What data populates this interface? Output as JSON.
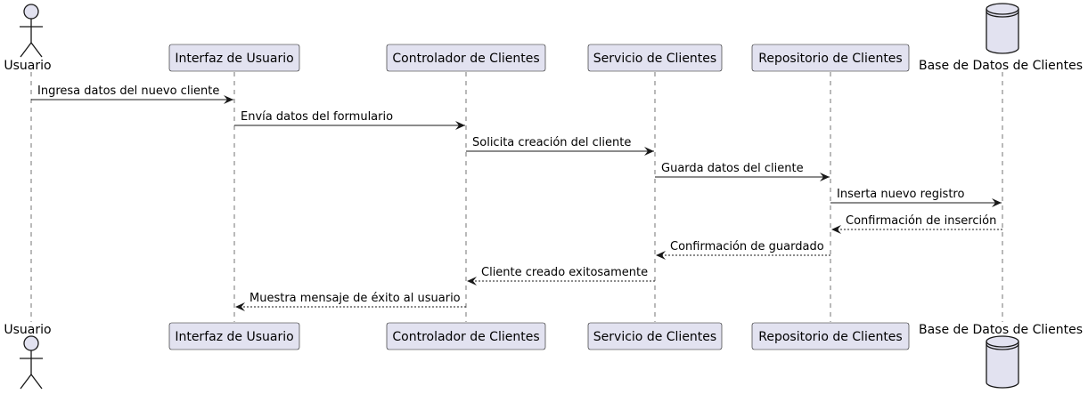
{
  "colors": {
    "participant_fill": "#E2E2F0",
    "participant_stroke": "#181818",
    "lifeline": "#181818",
    "arrow": "#181818",
    "text": "#000000"
  },
  "participants": [
    {
      "id": "usuario",
      "label": "Usuario",
      "shape": "actor"
    },
    {
      "id": "interfaz",
      "label": "Interfaz de Usuario",
      "shape": "box"
    },
    {
      "id": "controlador",
      "label": "Controlador de Clientes",
      "shape": "box"
    },
    {
      "id": "servicio",
      "label": "Servicio de Clientes",
      "shape": "box"
    },
    {
      "id": "repositorio",
      "label": "Repositorio de Clientes",
      "shape": "box"
    },
    {
      "id": "bd",
      "label": "Base de Datos de Clientes",
      "shape": "database"
    }
  ],
  "messages": [
    {
      "from": "usuario",
      "to": "interfaz",
      "label": "Ingresa datos del nuevo cliente",
      "style": "solid"
    },
    {
      "from": "interfaz",
      "to": "controlador",
      "label": "Envía datos del formulario",
      "style": "solid"
    },
    {
      "from": "controlador",
      "to": "servicio",
      "label": "Solicita creación del cliente",
      "style": "solid"
    },
    {
      "from": "servicio",
      "to": "repositorio",
      "label": "Guarda datos del cliente",
      "style": "solid"
    },
    {
      "from": "repositorio",
      "to": "bd",
      "label": "Inserta nuevo registro",
      "style": "solid"
    },
    {
      "from": "bd",
      "to": "repositorio",
      "label": "Confirmación de inserción",
      "style": "dashed"
    },
    {
      "from": "repositorio",
      "to": "servicio",
      "label": "Confirmación de guardado",
      "style": "dashed"
    },
    {
      "from": "servicio",
      "to": "controlador",
      "label": "Cliente creado exitosamente",
      "style": "dashed"
    },
    {
      "from": "controlador",
      "to": "interfaz",
      "label": "Muestra mensaje de éxito al usuario",
      "style": "dashed"
    }
  ]
}
